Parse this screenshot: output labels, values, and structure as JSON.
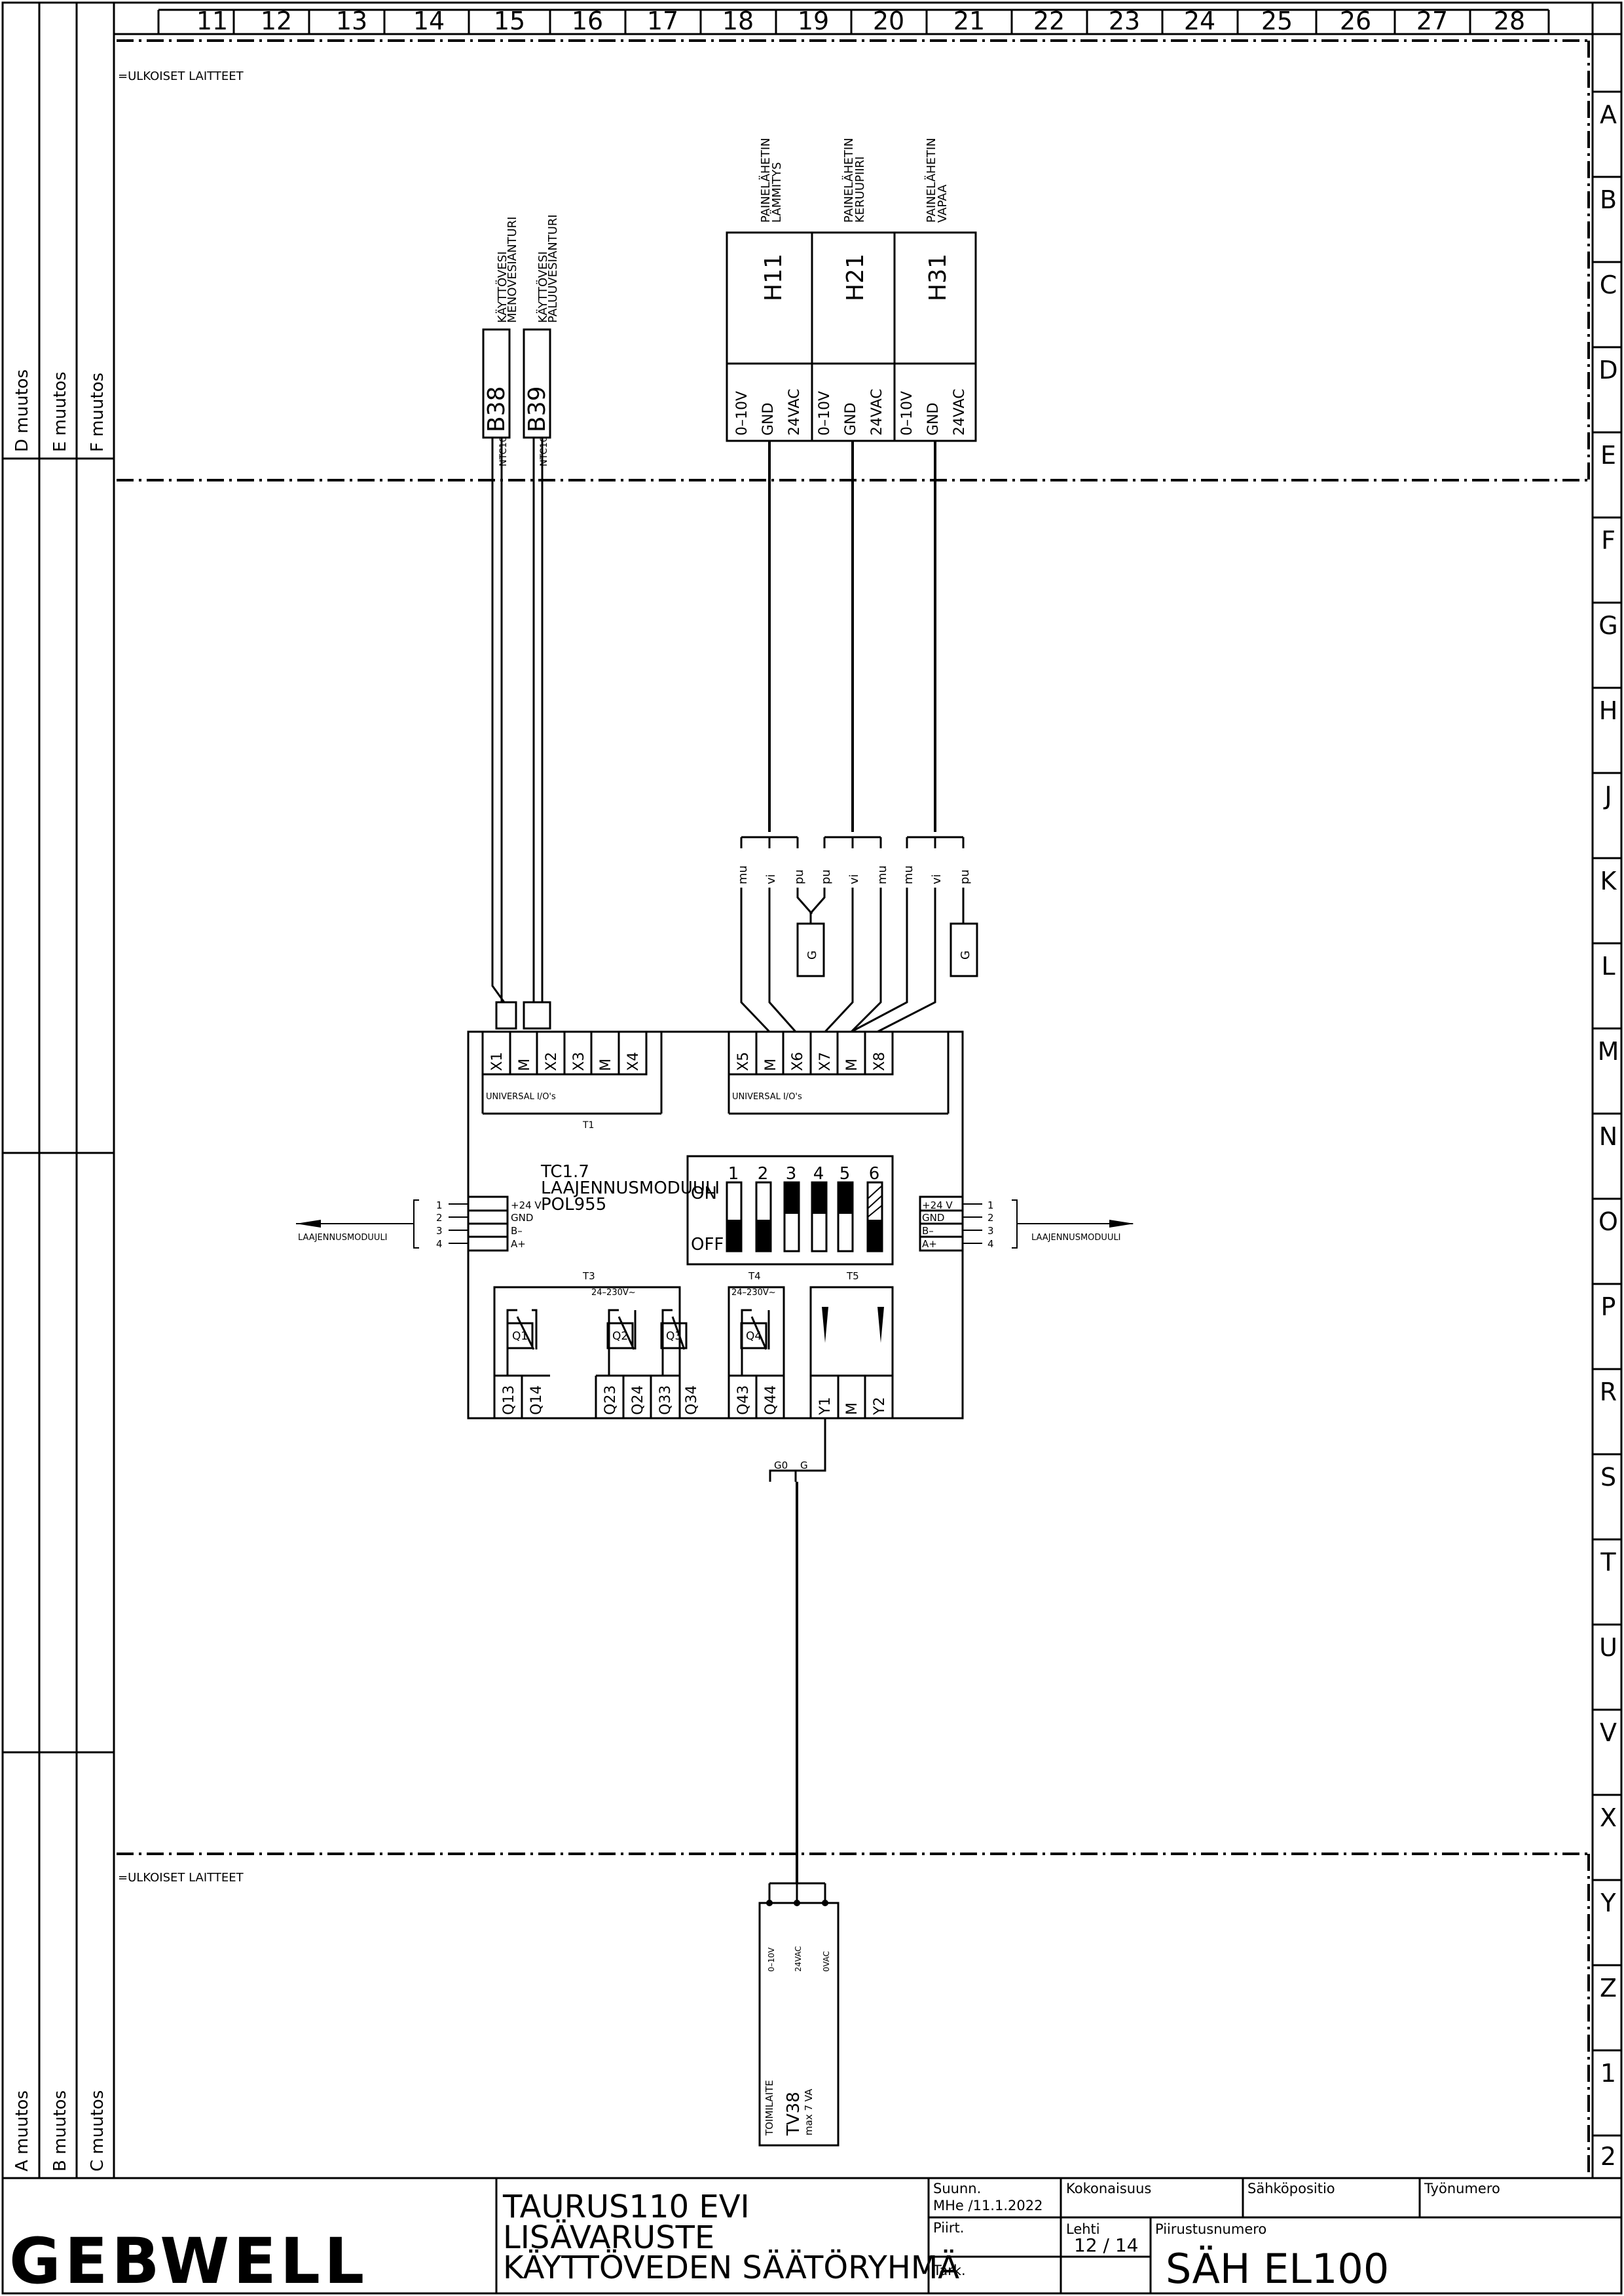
{
  "columns": [
    "11",
    "12",
    "13",
    "14",
    "15",
    "16",
    "17",
    "18",
    "19",
    "20",
    "21",
    "22",
    "23",
    "24",
    "25",
    "26",
    "27",
    "28"
  ],
  "rows": [
    "A",
    "B",
    "C",
    "D",
    "E",
    "F",
    "G",
    "H",
    "J",
    "K",
    "L",
    "M",
    "N",
    "O",
    "P",
    "R",
    "S",
    "T",
    "U",
    "V",
    "X",
    "Y",
    "Z",
    "1",
    "2"
  ],
  "revision_labels_top": [
    "D muutos",
    "E muutos",
    "F muutos"
  ],
  "revision_labels_bottom": [
    "A muutos",
    "B muutos",
    "C muutos"
  ],
  "external_devices_top": "=ULKOISET LAITTEET",
  "external_devices_bottom": "=ULKOISET LAITTEET",
  "sensors": [
    {
      "id": "B38",
      "label1": "KÄYTTÖVESI",
      "label2": "MENOVESIANTURI",
      "type": "NTC10"
    },
    {
      "id": "B39",
      "label1": "KÄYTTÖVESI",
      "label2": "PALUUVESIANTURI",
      "type": "NTC10"
    }
  ],
  "pressure_transmitters": [
    {
      "id": "H11",
      "label1": "PAINELÄHETIN",
      "label2": "LÄMMITYS"
    },
    {
      "id": "H21",
      "label1": "PAINELÄHETIN",
      "label2": "KERUUPIIRI"
    },
    {
      "id": "H31",
      "label1": "PAINELÄHETIN",
      "label2": "VAPAA"
    }
  ],
  "transmitter_terminals": [
    "0–10V",
    "GND",
    "24VAC"
  ],
  "wire_colors": [
    "mu",
    "vi",
    "pu"
  ],
  "wire_colors_2": [
    "pu",
    "vi",
    "mu"
  ],
  "ground_label": "G",
  "module": {
    "top_left_terminals": [
      "X1",
      "M",
      "X2",
      "X3",
      "M",
      "X4"
    ],
    "top_right_terminals": [
      "X5",
      "M",
      "X6",
      "X7",
      "M",
      "X8"
    ],
    "universal_io": "UNIVERSAL I/O's",
    "t1": "T1",
    "name1": "TC1.7",
    "name2": "LAAJENNUSMODUULI",
    "name3": "POL955",
    "dip_numbers": [
      "1",
      "2",
      "3",
      "4",
      "5",
      "6"
    ],
    "dip_on": "ON",
    "dip_off": "OFF",
    "bus_pins": [
      "1",
      "2",
      "3",
      "4"
    ],
    "bus_signals": [
      "+24 V",
      "GND",
      "B–",
      "A+"
    ],
    "bus_label": "LAAJENNUSMODUULI",
    "t3": "T3",
    "t4": "T4",
    "t5": "T5",
    "relay_voltage": "24–230V~",
    "relays": [
      "Q1",
      "Q2",
      "Q3",
      "Q4"
    ],
    "bottom_terminals": [
      "Q13",
      "Q14",
      "Q23",
      "Q24",
      "Q33",
      "Q34",
      "Q43",
      "Q44",
      "Y1",
      "M",
      "Y2"
    ],
    "ao_labels": [
      "G0",
      "G"
    ]
  },
  "actuator": {
    "terminals": [
      "0–10V",
      "24VAC",
      "0VAC"
    ],
    "label": "TOIMILAITE",
    "id": "TV38",
    "rating": "max 7 VA"
  },
  "title_block": {
    "logo": "GEBWELL",
    "title1": "TAURUS110 EVI",
    "title2": "LISÄVARUSTE",
    "title3": "KÄYTTÖVEDEN SÄÄTÖRYHMÄ",
    "designed_label": "Suunn.",
    "designed_value": "MHe /11.1.2022",
    "drawn_label": "Piirt.",
    "checked_label": "Tark.",
    "assembly_label": "Kokonaisuus",
    "position_label": "Sähköpositio",
    "job_label": "Työnumero",
    "sheet_label": "Lehti",
    "sheet_value": "12 / 14",
    "drawing_no_label": "Piirustusnumero",
    "drawing_no": "SÄH EL100"
  }
}
